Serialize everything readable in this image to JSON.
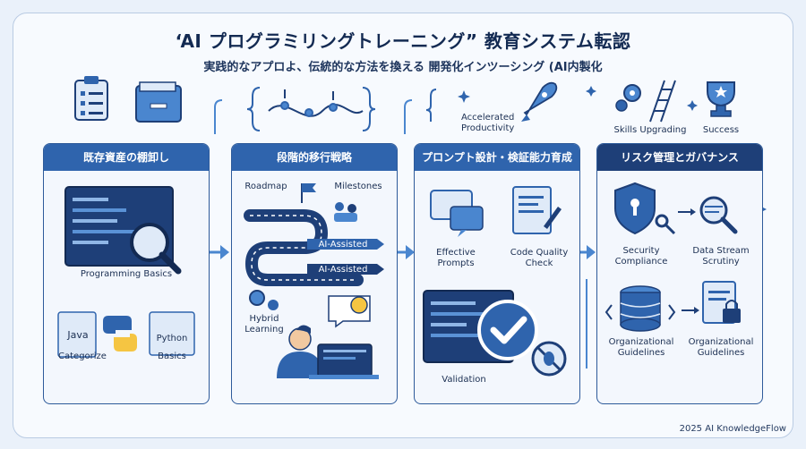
{
  "title": "‘AI プログラミリングトレーニング” 教育システム転認",
  "subtitle": "実践的なアプロよ、伝統的な方法を換える 開発化インツーシング (AI内製化",
  "top_labels": {
    "accelerated": "Accelerated Productivity",
    "skills": "Skills Upgrading",
    "success": "Success"
  },
  "panels": [
    {
      "header": "既存資産の棚卸し",
      "labels": {
        "programming_basics": "Programming Basics",
        "java": "Java",
        "categorize": "Categorize",
        "python": "Python",
        "basics": "Basics"
      }
    },
    {
      "header": "段階的移行戦略",
      "labels": {
        "roadmap": "Roadmap",
        "milestones": "Milestones",
        "ai_assisted_1": "AI-Assisted",
        "ai_assisted_2": "AI-Assisted",
        "hybrid_learning": "Hybrid Learning"
      }
    },
    {
      "header": "プロンプト設計・検証能力育成",
      "labels": {
        "effective_prompts": "Effective Prompts",
        "code_quality": "Code Quality Check",
        "validation": "Validation"
      }
    },
    {
      "header": "リスク管理とガバナンス",
      "labels": {
        "security": "Security Compliance",
        "data_stream": "Data Stream Scrutiny",
        "org_guidelines_1": "Organizational Guidelines",
        "org_guidelines_2": "Organizational Guidelines"
      }
    }
  ],
  "credit": "2025 AI KnowledgeFlow",
  "colors": {
    "primary": "#2f64ad",
    "dark": "#1e3f78",
    "light": "#dfeaf8",
    "accent": "#4a86cf"
  }
}
